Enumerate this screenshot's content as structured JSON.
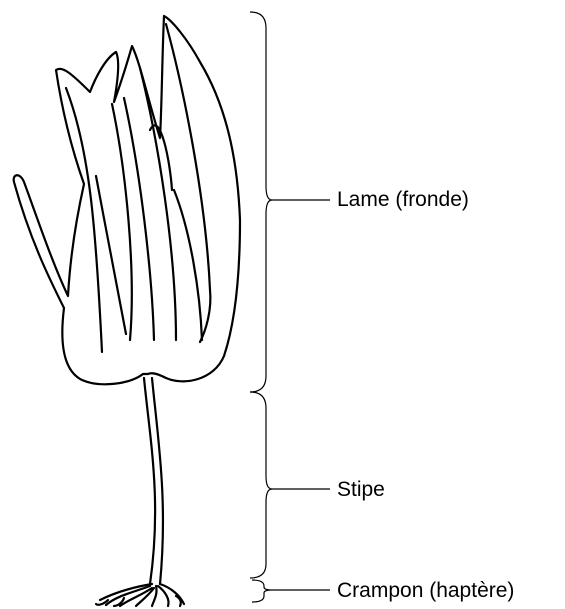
{
  "labels": {
    "blade": "Lame (fronde)",
    "stipe": "Stipe",
    "holdfast": "Crampon (haptère)"
  },
  "colors": {
    "stroke": "#000000",
    "background": "#ffffff"
  }
}
